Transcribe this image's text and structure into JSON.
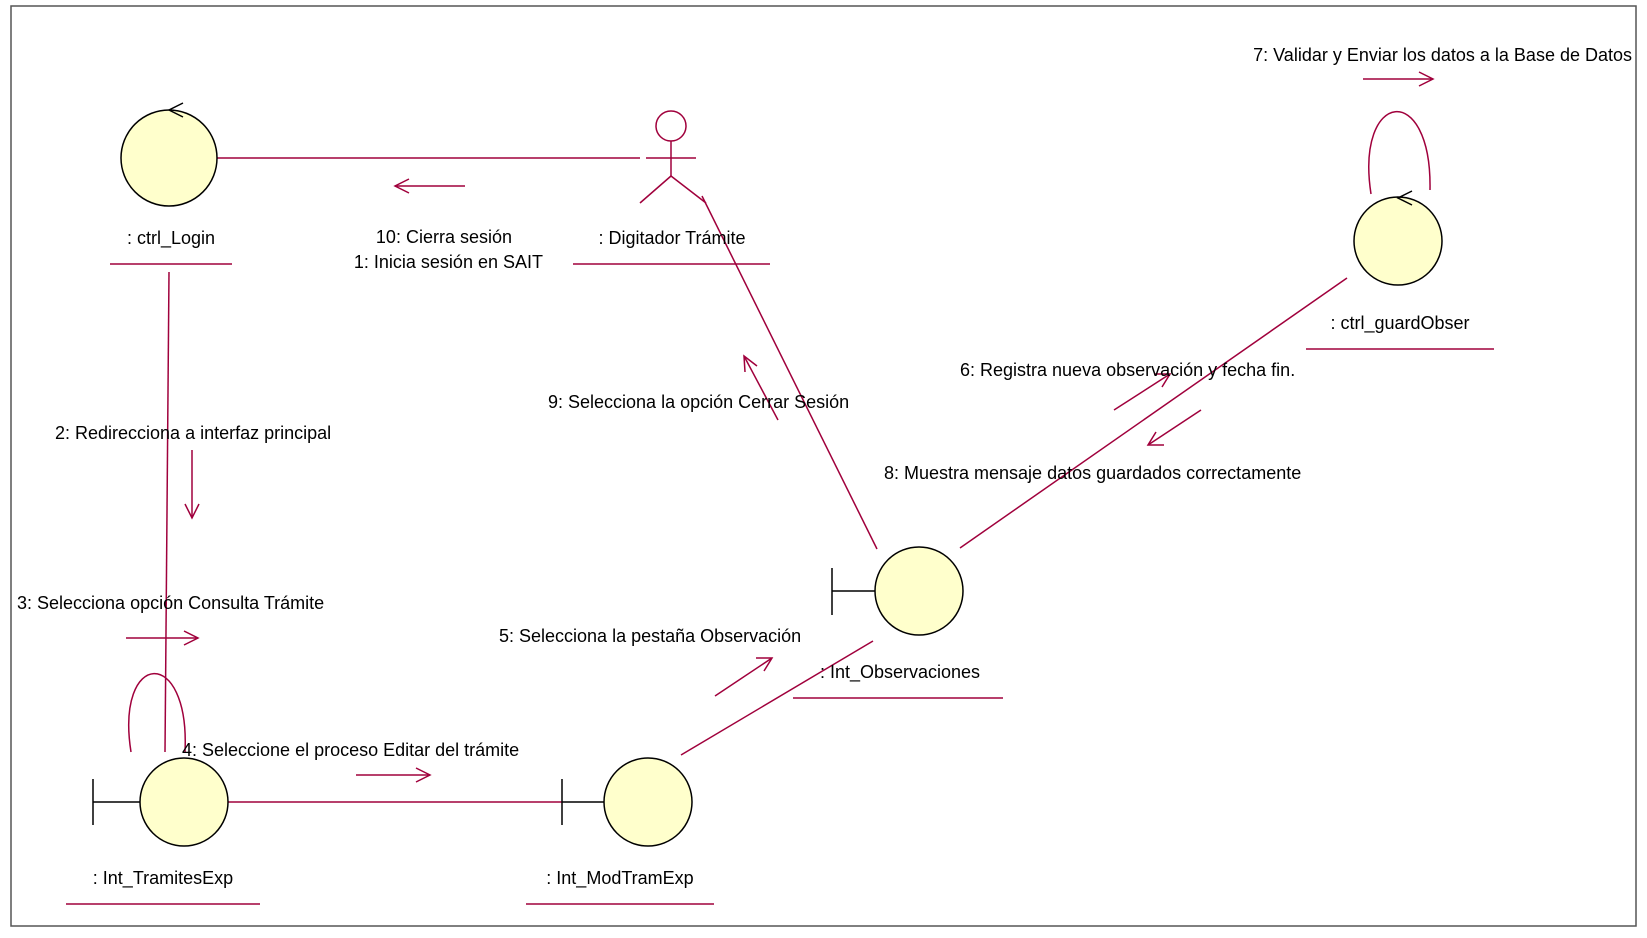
{
  "diagram": {
    "colors": {
      "line": "#a0003c",
      "object_fill": "#ffffcc",
      "object_stroke": "#000000",
      "frame": "#555555",
      "background": "#ffffff"
    },
    "objects": {
      "ctrl_login": {
        "label": ": ctrl_Login",
        "kind": "control"
      },
      "digitador": {
        "label": ": Digitador Trámite",
        "kind": "actor"
      },
      "ctrl_guardobser": {
        "label": ": ctrl_guardObser",
        "kind": "control"
      },
      "int_observaciones": {
        "label": ": Int_Observaciones",
        "kind": "boundary"
      },
      "int_tramitesexp": {
        "label": ": Int_TramitesExp",
        "kind": "boundary"
      },
      "int_modtramexp": {
        "label": ": Int_ModTramExp",
        "kind": "boundary"
      }
    },
    "messages": {
      "m7": "7: Validar y Enviar los datos a la Base de Datos",
      "m10": "10: Cierra sesión",
      "m1": "1: Inicia sesión en SAIT",
      "m6": "6: Registra nueva observación y fecha fin.",
      "m9": "9: Selecciona la opción Cerrar Sesión",
      "m2": "2: Redirecciona a interfaz principal",
      "m8": "8: Muestra mensaje datos guardados correctamente",
      "m3": "3: Selecciona opción Consulta Trámite",
      "m5": "5: Selecciona la pestaña Observación",
      "m4": "4: Seleccione el proceso Editar del trámite"
    }
  }
}
